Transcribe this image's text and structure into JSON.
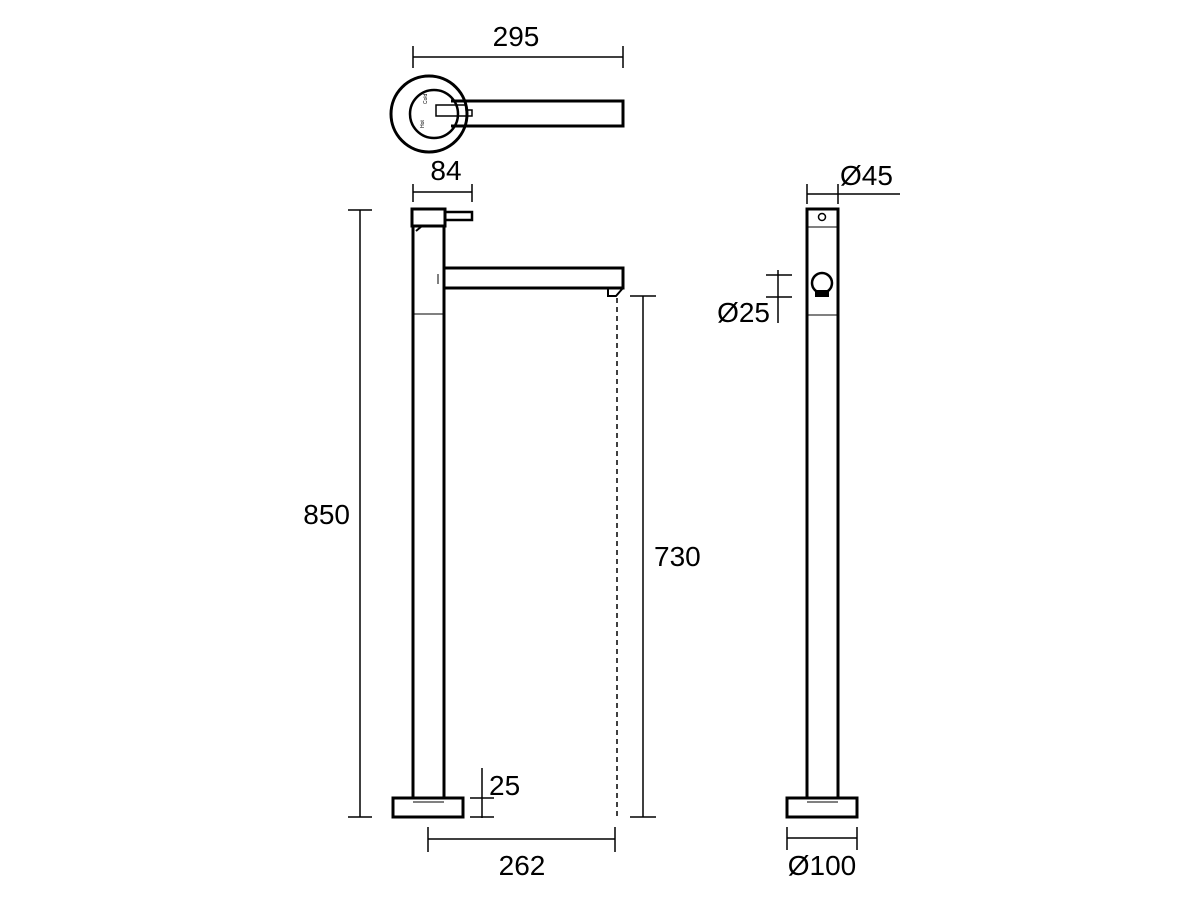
{
  "dimensions": {
    "spout_reach_top": "295",
    "handle_width": "84",
    "cap_diameter": "Ø45",
    "handle_diameter": "Ø25",
    "total_height": "850",
    "outlet_height": "730",
    "base_thickness": "25",
    "base_to_outlet": "262",
    "base_diameter": "Ø100"
  },
  "handle_markings": {
    "hot": "Hot",
    "cold": "Cold"
  }
}
